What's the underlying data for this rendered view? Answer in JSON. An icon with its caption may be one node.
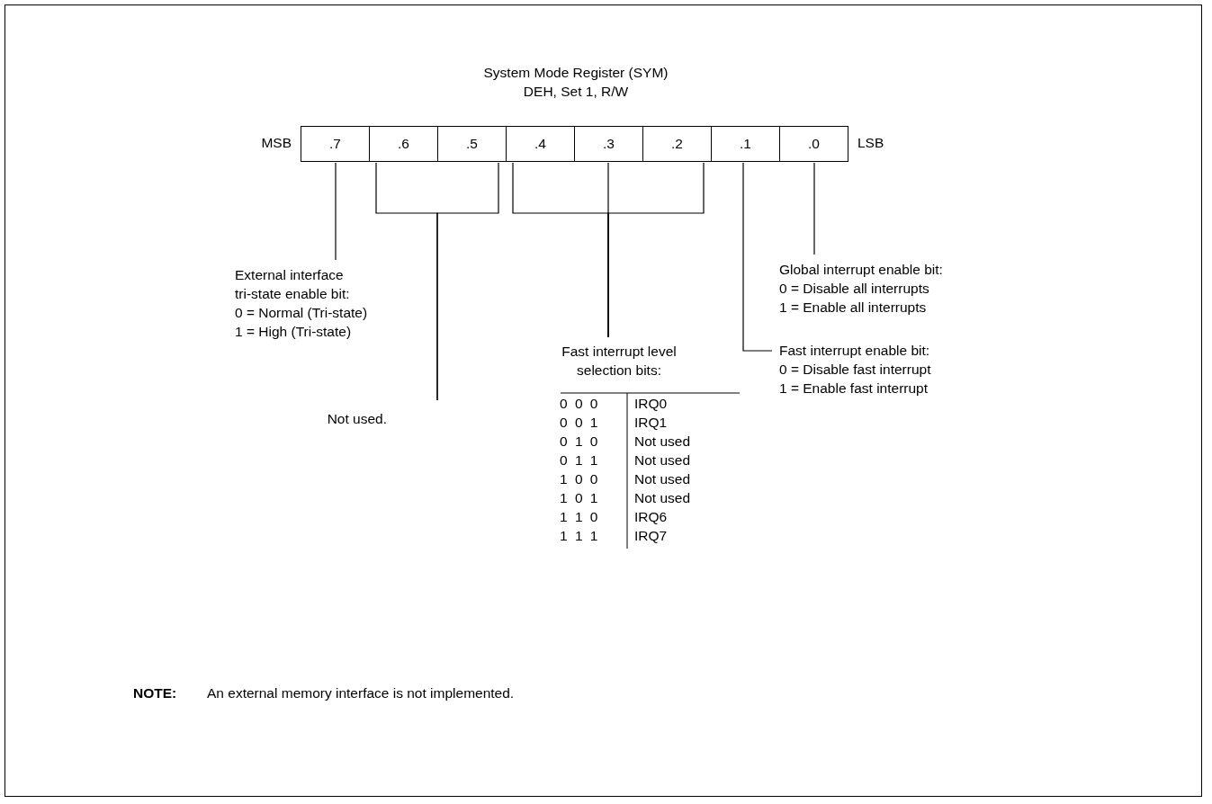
{
  "diagram": {
    "title": "System Mode Register (SYM)",
    "nodes": [
      {
        "text": [
          ".7"
        ],
        "beside": [
          "MSB"
        ]
      },
      {
        "text": [
          ".6"
        ]
      },
      {
        "text": [
          ".5"
        ]
      },
      {
        "text": [
          ".4"
        ]
      },
      {
        "text": [
          ".3"
        ]
      },
      {
        "text": [
          ".2"
        ]
      },
      {
        "text": [
          ".1"
        ]
      },
      {
        "text": [
          ".0"
        ],
        "beside": [
          "LSB"
        ]
      },
      {
        "text": [
          "External interface tri-state enable bit:",
          "0 = Normal (Tri-state)",
          "1 = High (Tri-state)"
        ]
      },
      {
        "text": [
          "Not used."
        ]
      },
      {
        "text": [
          "Fast interrupt level selection bits:"
        ]
      },
      {
        "text": [
          "Fast interrupt enable bit:",
          "0 = Disable fast interrupt",
          "1 = Enable fast interrupt"
        ]
      },
      {
        "text": [
          "Global interrupt enable bit:",
          "0 = Disable all interrupts",
          "1 = Enable all interrupts"
        ]
      }
    ],
    "edges": [
      {
        "from": 0,
        "to": 8,
        "arrow": "none"
      },
      {
        "from": 1,
        "to": 9,
        "arrow": "none"
      },
      {
        "from": 2,
        "to": 9,
        "arrow": "none"
      },
      {
        "from": 3,
        "to": 10,
        "arrow": "none"
      },
      {
        "from": 4,
        "to": 10,
        "arrow": "none"
      },
      {
        "from": 5,
        "to": 10,
        "arrow": "none"
      },
      {
        "from": 6,
        "to": 11,
        "arrow": "none"
      },
      {
        "from": 7,
        "to": 12,
        "arrow": "none"
      }
    ],
    "labels": [
      "DEH, Set 1, R/W",
      "0 0 0",
      "IRQ0",
      "0 0 1",
      "IRQ1",
      "0 1 0",
      "Not used",
      "0 1 1",
      "Not used",
      "1 0 0",
      "Not used",
      "1 0 1",
      "Not used",
      "1 1 0",
      "IRQ6",
      "1 1 1",
      "IRQ7",
      "NOTE:",
      "An external memory interface is not implemented."
    ]
  }
}
